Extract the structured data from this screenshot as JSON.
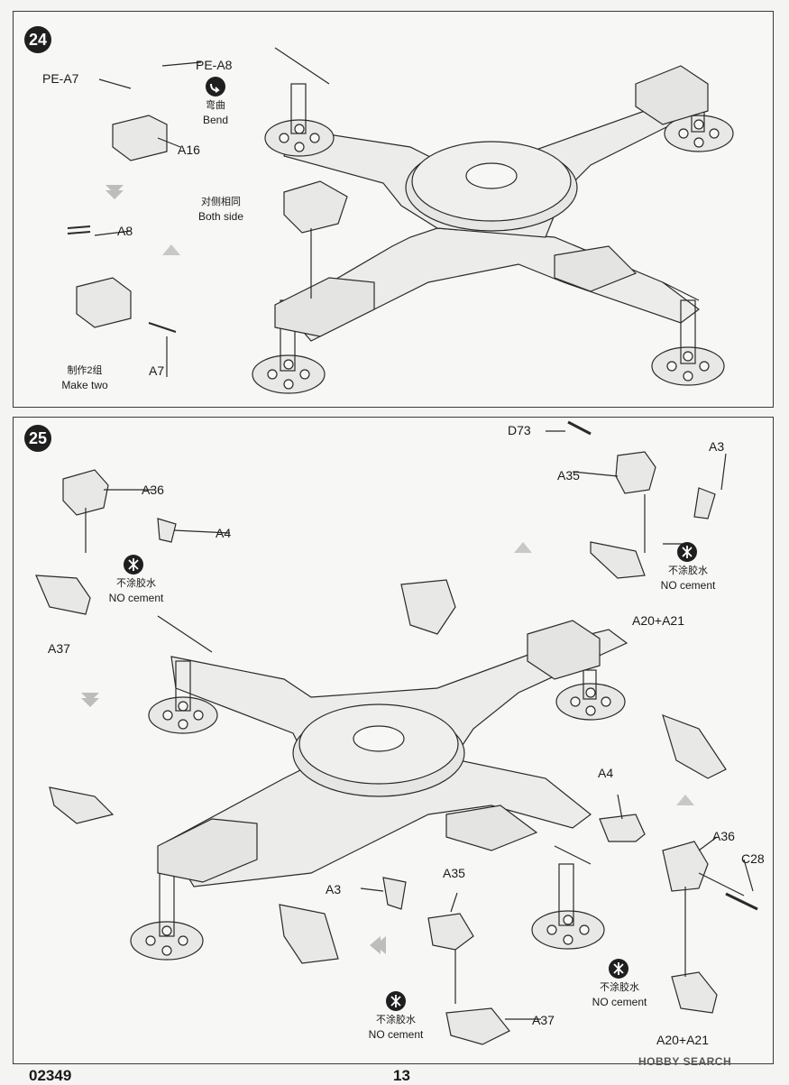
{
  "step24": {
    "number": "24",
    "labels": {
      "pe_a7": "PE-A7",
      "pe_a8": "PE-A8",
      "a16": "A16",
      "a8": "A8",
      "a7": "A7"
    },
    "bend": {
      "cn": "弯曲",
      "en": "Bend"
    },
    "both_side": {
      "cn": "对侧相同",
      "en": "Both side"
    },
    "make_two": {
      "cn": "制作2组",
      "en": "Make two"
    }
  },
  "step25": {
    "number": "25",
    "labels": {
      "a36_left": "A36",
      "a4_left": "A4",
      "a37_left": "A37",
      "d73": "D73",
      "a35_top": "A35",
      "a3_top": "A3",
      "a20a21_top": "A20+A21",
      "a4_right": "A4",
      "a36_right": "A36",
      "c28": "C28",
      "a3_bottom": "A3",
      "a35_bottom": "A35",
      "a37_bottom": "A37",
      "a20a21_bottom": "A20+A21"
    },
    "no_cement": {
      "cn": "不涂胶水",
      "en": "NO cement"
    }
  },
  "footer": {
    "code": "02349",
    "page": "13",
    "watermark": "HOBBY SEARCH"
  }
}
